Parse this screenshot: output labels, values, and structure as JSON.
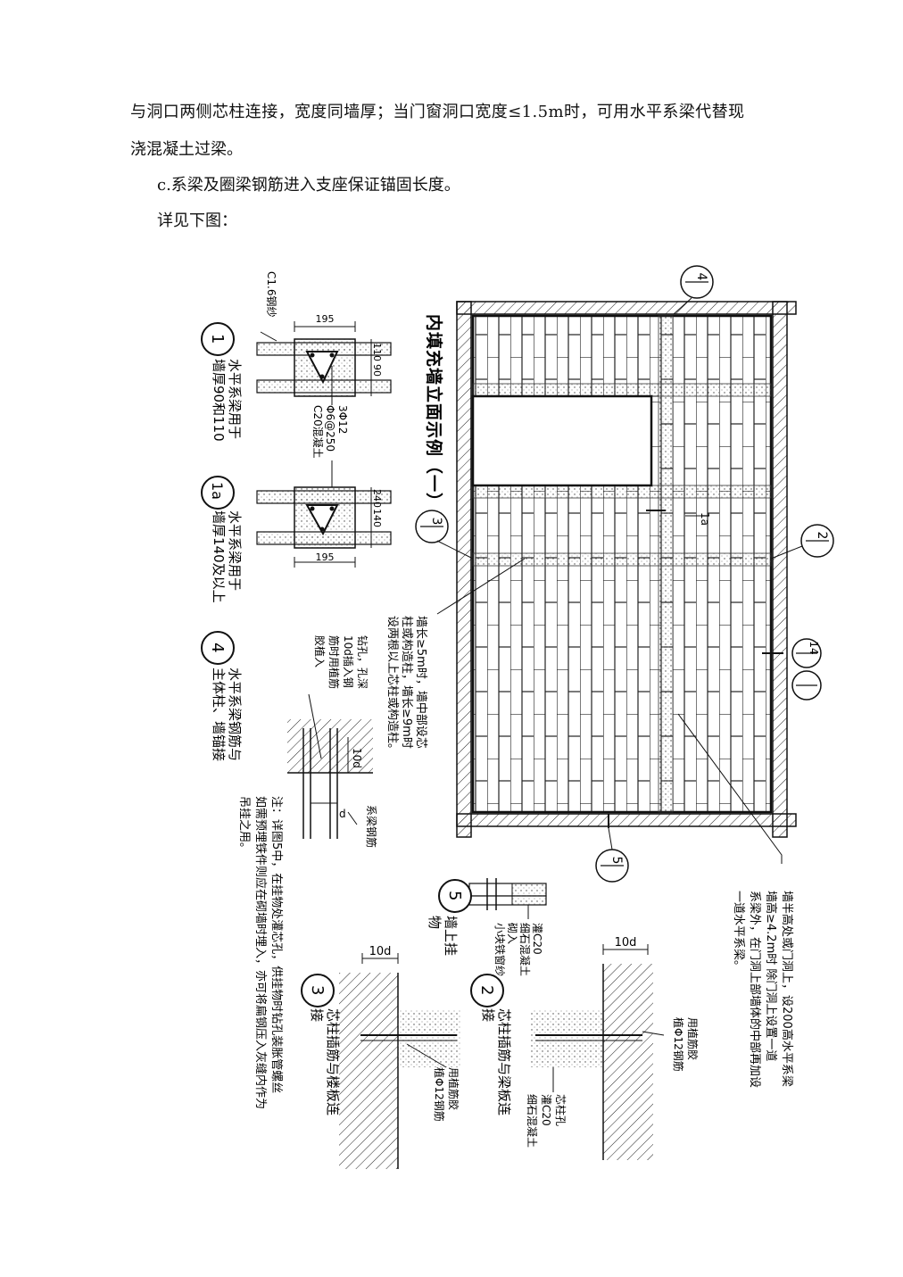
{
  "doc": {
    "para1": "与洞口两侧芯柱连接，宽度同墙厚；当门窗洞口宽度≤1.5m时，可用水平系梁代替现",
    "para2": "浇混凝土过梁。",
    "para3": "c.系梁及圈梁钢筋进入支座保证锚固长度。",
    "para4": "详见下图："
  },
  "figure": {
    "title": "内填充墙立面示例（一）",
    "callouts": {
      "c4": "4",
      "c2": "2",
      "c3": "3",
      "c5": "5",
      "c1a": "1a",
      "c14": "14"
    },
    "note_wall_top_1": "墙半高处或门洞上，设200高水平系梁",
    "note_wall_top_2": "墙高≥4.2m时 除门洞上设置一道",
    "note_wall_top_3": "系梁外，在门洞上部墙体的中部再加设",
    "note_wall_top_4": "一道水平系梁。",
    "note_length_1": "墙长≥5m时，墙中部设芯",
    "note_length_2": "柱或构造柱，墙长≥9m时",
    "note_length_3": "设两根以上芯柱或构造柱。",
    "detail1": {
      "num": "1",
      "title": "水平系梁用于",
      "subtitle": "墙厚90和110",
      "mesh": "C1.6钢纱",
      "width": "195",
      "d110": "110",
      "d90": "90",
      "rebar1": "3Φ12",
      "rebar2": "Φ6@250",
      "concrete": "C20混凝土"
    },
    "detail1a": {
      "num": "1a",
      "title": "水平系梁用于",
      "subtitle": "墙厚140及以上",
      "width": "195",
      "d240": "240",
      "d140": "140"
    },
    "detail4": {
      "num": "4",
      "title": "水平系梁钢筋与",
      "subtitle": "主体柱、墙锚接",
      "drill1": "钻孔，孔深",
      "drill2": "10d插入钢",
      "drill3": "筋时用植筋",
      "drill4": "胶植入",
      "dim10d": "10d",
      "dimd": "d",
      "beam_rebar": "系梁钢筋"
    },
    "detail5": {
      "num": "5",
      "title": "墙上挂",
      "subtitle": "物",
      "l1": "灌C20",
      "l2": "细石混凝土",
      "l3": "砌入",
      "l4": "小块铁窗纱"
    },
    "note": {
      "l1": "注：详图5中，在挂物处灌芯孔，供挂物时钻孔装胀管螺丝",
      "l2": "如需预埋铁件则应在砌墙时埋入，亦可将扁钢压入灰缝内作为",
      "l3": "吊挂之用。"
    },
    "detail2": {
      "num": "2",
      "title": "芯柱插筋与梁板连",
      "subtitle": "接",
      "dim": "10d",
      "glue1": "用植筋胶",
      "glue2": "植Φ12钢筋",
      "core1": "芯柱孔",
      "core2": "灌C20",
      "core3": "细石混凝土"
    },
    "detail3": {
      "num": "3",
      "title": "芯柱插筋与楼板连",
      "subtitle": "接",
      "dim": "10d",
      "glue1": "用植筋胶",
      "glue2": "植Φ12钢筋"
    }
  }
}
